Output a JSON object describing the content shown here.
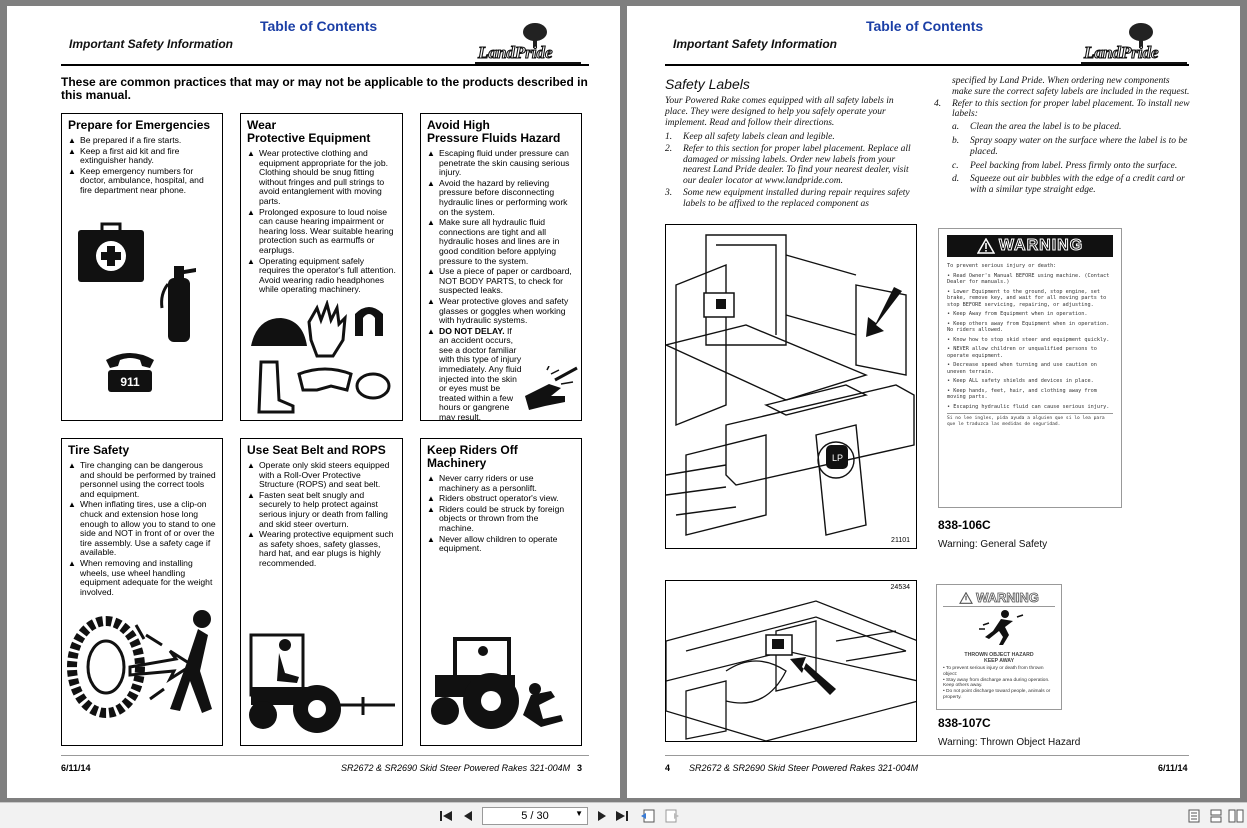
{
  "header": {
    "title": "Table of Contents",
    "subtitle": "Important Safety Information",
    "logo_text": "LandPride"
  },
  "left_page": {
    "intro": "These are common practices that may or may not be applicable to the products described in this manual.",
    "boxes": [
      {
        "title": "Prepare for Emergencies",
        "items": [
          "Be prepared if a fire starts.",
          "Keep a first aid kit and fire extinguisher handy.",
          "Keep emergency numbers for doctor, ambulance, hospital, and fire department near phone."
        ],
        "phone_label": "911"
      },
      {
        "title": "Wear\nProtective Equipment",
        "items": [
          "Wear protective clothing and equipment appropriate for the job. Clothing should be snug fitting without fringes and pull strings to avoid entanglement with moving parts.",
          "Prolonged exposure to loud noise can cause hearing impairment or hearing loss. Wear suitable hearing protection such as earmuffs or earplugs.",
          "Operating equipment safely requires the operator's full attention. Avoid wearing radio headphones while operating machinery."
        ]
      },
      {
        "title": "Avoid High\nPressure Fluids Hazard",
        "items": [
          "Escaping fluid under pressure can penetrate the skin causing serious injury.",
          "Avoid the hazard by relieving pressure before disconnecting hydraulic lines or performing work on the system.",
          "Make sure all hydraulic fluid connections are tight and all hydraulic hoses and lines are in good condition before applying pressure to the system.",
          "Use a piece of paper or cardboard, NOT BODY PARTS, to check for suspected leaks.",
          "Wear protective gloves and safety glasses or goggles when working with hydraulic systems."
        ],
        "bold_lead": "DO NOT DELAY.",
        "bold_rest": " If an accident occurs, see a doctor familiar with this type of injury immediately. Any fluid injected into the skin or eyes must be treated within a few hours or gangrene may result."
      },
      {
        "title": "Tire Safety",
        "items": [
          "Tire changing can be dangerous and should be performed by trained personnel using the correct tools and equipment.",
          "When inflating tires, use a clip-on chuck and extension hose long enough to allow you to stand to one side and NOT in front of or over the tire assembly. Use a safety cage if available.",
          "When removing and installing wheels, use wheel handling equipment adequate for the weight involved."
        ]
      },
      {
        "title": "Use Seat Belt and ROPS",
        "items": [
          "Operate only skid steers equipped with a Roll-Over Protective Structure (ROPS) and seat belt.",
          "Fasten seat belt snugly and securely to help protect against serious injury or death from falling and skid steer overturn.",
          "Wearing protective equipment such as safety shoes, safety glasses, hard hat, and ear plugs is highly recommended."
        ]
      },
      {
        "title": "Keep Riders Off\nMachinery",
        "items": [
          "Never carry riders or use machinery as a personlift.",
          "Riders obstruct operator's view.",
          "Riders could be struck by foreign objects or thrown from the machine.",
          "Never allow children to operate equipment."
        ]
      }
    ],
    "footer": {
      "date": "6/11/14",
      "doc": "SR2672 & SR2690 Skid Steer Powered Rakes   321-004M",
      "page": "3"
    }
  },
  "right_page": {
    "section_title": "Safety Labels",
    "intro": "Your Powered Rake comes equipped with all safety labels in place. They were designed to help you safely operate your implement. Read and follow their directions.",
    "list": [
      {
        "n": "1.",
        "t": "Keep all safety labels clean and legible."
      },
      {
        "n": "2.",
        "t": "Refer to this section for proper label placement. Replace all damaged or missing labels. Order new labels from your nearest Land Pride dealer. To find your nearest dealer, visit our dealer locator at www.landpride.com."
      },
      {
        "n": "3.",
        "t": "Some new equipment installed during repair requires safety labels to be affixed to the replaced component as"
      }
    ],
    "col2_cont": "specified by Land Pride. When ordering new components make sure the correct safety labels are included in the request.",
    "item4": {
      "n": "4.",
      "t": "Refer to this section for proper label placement. To install new labels:"
    },
    "sub": [
      {
        "n": "a.",
        "t": "Clean the area the label is to be placed."
      },
      {
        "n": "b.",
        "t": "Spray soapy water on the surface where the label is to be placed."
      },
      {
        "n": "c.",
        "t": "Peel backing from label. Press firmly onto the surface."
      },
      {
        "n": "d.",
        "t": "Squeeze out air bubbles with the edge of a credit card or with a similar type straight edge."
      }
    ],
    "photo1_num": "21101",
    "photo2_num": "24534",
    "decal1": {
      "word": "WARNING",
      "lead": "To prevent serious injury or death:",
      "lines": [
        "• Read Owner's Manual BEFORE using machine. (Contact Dealer for manuals.)",
        "• Lower Equipment to the ground, stop engine, set brake, remove key, and wait for all moving parts to stop BEFORE servicing, repairing, or adjusting.",
        "• Keep Away from Equipment when in operation.",
        "• Keep others away from Equipment when in operation. No riders allowed.",
        "• Know how to stop skid steer and equipment quickly.",
        "• NEVER allow children or unqualified persons to operate equipment.",
        "• Decrease speed when turning and use caution on uneven terrain.",
        "• Keep ALL safety shields and devices in place.",
        "• Keep hands, feet, hair, and clothing away from moving parts.",
        "• Escaping hydraulic fluid can cause serious injury."
      ],
      "spanish": "Si no lee ingles, pida ayuda a alguien que si lo lea para que le traduzca las medidas de seguridad.",
      "code": "838-106C",
      "caption": "Warning: General Safety"
    },
    "decal2": {
      "word": "WARNING",
      "hazard": "THROWN OBJECT HAZARD",
      "keep": "KEEP AWAY",
      "lines": [
        "• To prevent serious injury or death from thrown object:",
        "• Stay away from discharge area during operation. Keep others away.",
        "• Do not point discharge toward people, animals or property."
      ],
      "code": "838-107C",
      "caption": "Warning: Thrown Object Hazard"
    },
    "footer": {
      "page": "4",
      "doc": "SR2672 & SR2690 Skid Steer Powered Rakes   321-004M",
      "date": "6/11/14"
    }
  },
  "toolbar": {
    "page_indicator": "5 / 30"
  }
}
